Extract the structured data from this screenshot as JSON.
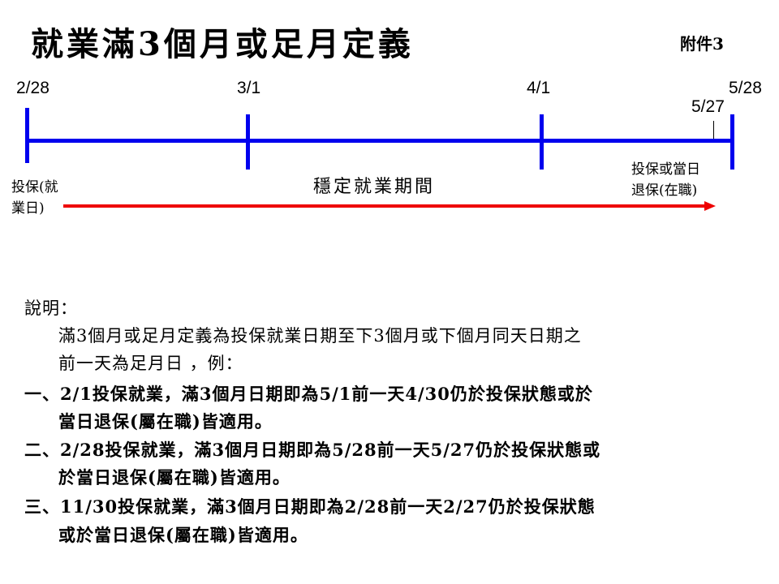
{
  "title": "就業滿3個月或足月定義",
  "annex": "附件3",
  "timeline": {
    "dates": [
      "2/28",
      "3/1",
      "4/1",
      "5/28"
    ],
    "day_before": "5/27",
    "start_label_1": "投保(就",
    "start_label_2": "業日)",
    "end_label_1": "投保或當日",
    "end_label_2": "退保(在職)",
    "period_label": "穩定就業期間",
    "colors": {
      "axis": "#0000ee",
      "arrow": "#ee0000"
    }
  },
  "explanation": {
    "heading": "說明：",
    "intro_1": "滿3個月或足月定義為投保就業日期至下3個月或下個月同天日期之",
    "intro_2": "前一天為足月日 ，例：",
    "examples": [
      {
        "line1": "一、2/1投保就業，滿3個月日期即為5/1前一天4/30仍於投保狀態或於",
        "line2": "當日退保(屬在職)皆適用。"
      },
      {
        "line1": "二、2/28投保就業，滿3個月日期即為5/28前一天5/27仍於投保狀態或",
        "line2": "於當日退保(屬在職)皆適用。"
      },
      {
        "line1": "三、11/30投保就業，滿3個月日期即為2/28前一天2/27仍於投保狀態",
        "line2": "或於當日退保(屬在職)皆適用。"
      }
    ]
  }
}
